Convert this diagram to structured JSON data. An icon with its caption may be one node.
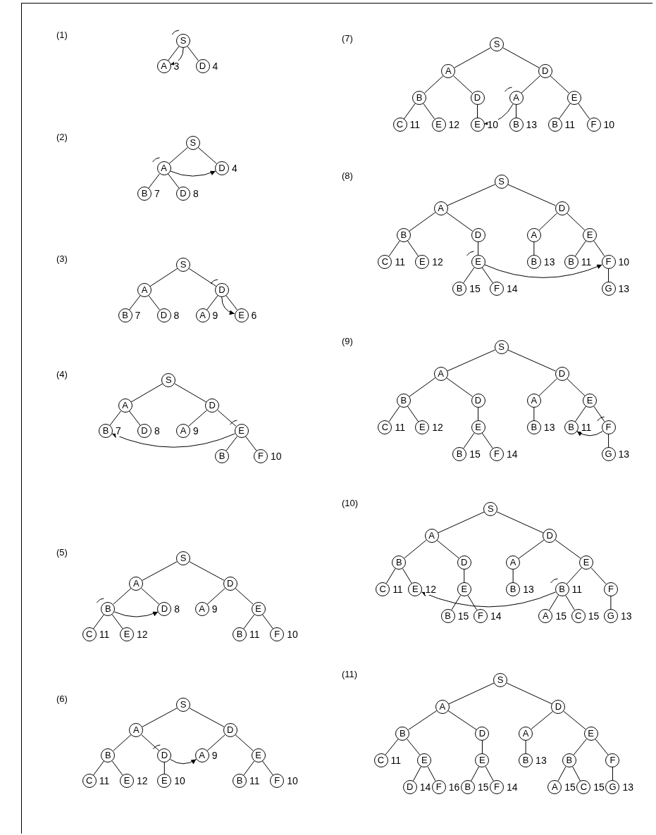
{
  "diagram": {
    "nodes": [
      {
        "text": [
          "S"
        ]
      },
      {
        "text": [
          "A"
        ],
        "beside": [
          "3"
        ]
      },
      {
        "text": [
          "D"
        ],
        "beside": [
          "4"
        ]
      },
      {
        "text": [
          "S"
        ]
      },
      {
        "text": [
          "A"
        ]
      },
      {
        "text": [
          "D"
        ],
        "beside": [
          "4"
        ]
      },
      {
        "text": [
          "B"
        ],
        "beside": [
          "7"
        ]
      },
      {
        "text": [
          "D"
        ],
        "beside": [
          "8"
        ]
      },
      {
        "text": [
          "S"
        ]
      },
      {
        "text": [
          "A"
        ]
      },
      {
        "text": [
          "D"
        ]
      },
      {
        "text": [
          "B"
        ],
        "beside": [
          "7"
        ]
      },
      {
        "text": [
          "D"
        ],
        "beside": [
          "8"
        ]
      },
      {
        "text": [
          "A"
        ],
        "beside": [
          "9"
        ]
      },
      {
        "text": [
          "E"
        ],
        "beside": [
          "6"
        ]
      },
      {
        "text": [
          "S"
        ]
      },
      {
        "text": [
          "A"
        ]
      },
      {
        "text": [
          "D"
        ]
      },
      {
        "text": [
          "B"
        ],
        "beside": [
          "7"
        ]
      },
      {
        "text": [
          "D"
        ],
        "beside": [
          "8"
        ]
      },
      {
        "text": [
          "A"
        ],
        "beside": [
          "9"
        ]
      },
      {
        "text": [
          "E"
        ]
      },
      {
        "text": [
          "B"
        ]
      },
      {
        "text": [
          "F"
        ],
        "beside": [
          "10"
        ]
      },
      {
        "text": [
          "S"
        ]
      },
      {
        "text": [
          "A"
        ]
      },
      {
        "text": [
          "D"
        ]
      },
      {
        "text": [
          "B"
        ]
      },
      {
        "text": [
          "D"
        ],
        "beside": [
          "8"
        ]
      },
      {
        "text": [
          "A"
        ],
        "beside": [
          "9"
        ]
      },
      {
        "text": [
          "E"
        ]
      },
      {
        "text": [
          "C"
        ],
        "beside": [
          "11"
        ]
      },
      {
        "text": [
          "E"
        ],
        "beside": [
          "12"
        ]
      },
      {
        "text": [
          "B"
        ],
        "beside": [
          "11"
        ]
      },
      {
        "text": [
          "F"
        ],
        "beside": [
          "10"
        ]
      },
      {
        "text": [
          "S"
        ]
      },
      {
        "text": [
          "A"
        ]
      },
      {
        "text": [
          "D"
        ]
      },
      {
        "text": [
          "B"
        ]
      },
      {
        "text": [
          "D"
        ]
      },
      {
        "text": [
          "A"
        ],
        "beside": [
          "9"
        ]
      },
      {
        "text": [
          "E"
        ]
      },
      {
        "text": [
          "C"
        ],
        "beside": [
          "11"
        ]
      },
      {
        "text": [
          "E"
        ],
        "beside": [
          "12"
        ]
      },
      {
        "text": [
          "E"
        ],
        "beside": [
          "10"
        ]
      },
      {
        "text": [
          "B"
        ],
        "beside": [
          "11"
        ]
      },
      {
        "text": [
          "F"
        ],
        "beside": [
          "10"
        ]
      },
      {
        "text": [
          "S"
        ]
      },
      {
        "text": [
          "A"
        ]
      },
      {
        "text": [
          "D"
        ]
      },
      {
        "text": [
          "B"
        ]
      },
      {
        "text": [
          "D"
        ]
      },
      {
        "text": [
          "A"
        ]
      },
      {
        "text": [
          "E"
        ]
      },
      {
        "text": [
          "C"
        ],
        "beside": [
          "11"
        ]
      },
      {
        "text": [
          "E"
        ],
        "beside": [
          "12"
        ]
      },
      {
        "text": [
          "E"
        ],
        "beside": [
          "10"
        ]
      },
      {
        "text": [
          "B"
        ],
        "beside": [
          "13"
        ]
      },
      {
        "text": [
          "B"
        ],
        "beside": [
          "11"
        ]
      },
      {
        "text": [
          "F"
        ],
        "beside": [
          "10"
        ]
      },
      {
        "text": [
          "S"
        ]
      },
      {
        "text": [
          "A"
        ]
      },
      {
        "text": [
          "D"
        ]
      },
      {
        "text": [
          "B"
        ]
      },
      {
        "text": [
          "D"
        ]
      },
      {
        "text": [
          "A"
        ]
      },
      {
        "text": [
          "E"
        ]
      },
      {
        "text": [
          "C"
        ],
        "beside": [
          "11"
        ]
      },
      {
        "text": [
          "E"
        ],
        "beside": [
          "12"
        ]
      },
      {
        "text": [
          "E"
        ]
      },
      {
        "text": [
          "B"
        ],
        "beside": [
          "13"
        ]
      },
      {
        "text": [
          "B"
        ],
        "beside": [
          "11"
        ]
      },
      {
        "text": [
          "F"
        ],
        "beside": [
          "10"
        ]
      },
      {
        "text": [
          "B"
        ],
        "beside": [
          "15"
        ]
      },
      {
        "text": [
          "F"
        ],
        "beside": [
          "14"
        ]
      },
      {
        "text": [
          "G"
        ],
        "beside": [
          "13"
        ]
      },
      {
        "text": [
          "S"
        ]
      },
      {
        "text": [
          "A"
        ]
      },
      {
        "text": [
          "D"
        ]
      },
      {
        "text": [
          "B"
        ]
      },
      {
        "text": [
          "D"
        ]
      },
      {
        "text": [
          "A"
        ]
      },
      {
        "text": [
          "E"
        ]
      },
      {
        "text": [
          "C"
        ],
        "beside": [
          "11"
        ]
      },
      {
        "text": [
          "E"
        ],
        "beside": [
          "12"
        ]
      },
      {
        "text": [
          "E"
        ]
      },
      {
        "text": [
          "B"
        ],
        "beside": [
          "13"
        ]
      },
      {
        "text": [
          "B"
        ],
        "beside": [
          "11"
        ]
      },
      {
        "text": [
          "F"
        ]
      },
      {
        "text": [
          "B"
        ],
        "beside": [
          "15"
        ]
      },
      {
        "text": [
          "F"
        ],
        "beside": [
          "14"
        ]
      },
      {
        "text": [
          "G"
        ],
        "beside": [
          "13"
        ]
      },
      {
        "text": [
          "S"
        ]
      },
      {
        "text": [
          "A"
        ]
      },
      {
        "text": [
          "D"
        ]
      },
      {
        "text": [
          "B"
        ]
      },
      {
        "text": [
          "D"
        ]
      },
      {
        "text": [
          "A"
        ]
      },
      {
        "text": [
          "E"
        ]
      },
      {
        "text": [
          "C"
        ],
        "beside": [
          "11"
        ]
      },
      {
        "text": [
          "E"
        ],
        "beside": [
          "12"
        ]
      },
      {
        "text": [
          "E"
        ]
      },
      {
        "text": [
          "B"
        ],
        "beside": [
          "13"
        ]
      },
      {
        "text": [
          "B"
        ],
        "beside": [
          "11"
        ]
      },
      {
        "text": [
          "F"
        ]
      },
      {
        "text": [
          "B"
        ],
        "beside": [
          "15"
        ]
      },
      {
        "text": [
          "F"
        ],
        "beside": [
          "14"
        ]
      },
      {
        "text": [
          "A"
        ],
        "beside": [
          "15"
        ]
      },
      {
        "text": [
          "C"
        ],
        "beside": [
          "15"
        ]
      },
      {
        "text": [
          "G"
        ],
        "beside": [
          "13"
        ]
      },
      {
        "text": [
          "S"
        ]
      },
      {
        "text": [
          "A"
        ]
      },
      {
        "text": [
          "D"
        ]
      },
      {
        "text": [
          "B"
        ]
      },
      {
        "text": [
          "D"
        ]
      },
      {
        "text": [
          "A"
        ]
      },
      {
        "text": [
          "E"
        ]
      },
      {
        "text": [
          "C"
        ],
        "beside": [
          "11"
        ]
      },
      {
        "text": [
          "E"
        ]
      },
      {
        "text": [
          "E"
        ]
      },
      {
        "text": [
          "B"
        ],
        "beside": [
          "13"
        ]
      },
      {
        "text": [
          "B"
        ]
      },
      {
        "text": [
          "F"
        ]
      },
      {
        "text": [
          "D"
        ],
        "beside": [
          "14"
        ]
      },
      {
        "text": [
          "F"
        ],
        "beside": [
          "16"
        ]
      },
      {
        "text": [
          "B"
        ],
        "beside": [
          "15"
        ]
      },
      {
        "text": [
          "F"
        ],
        "beside": [
          "14"
        ]
      },
      {
        "text": [
          "A"
        ],
        "beside": [
          "15"
        ]
      },
      {
        "text": [
          "C"
        ],
        "beside": [
          "15"
        ]
      },
      {
        "text": [
          "G"
        ],
        "beside": [
          "13"
        ]
      }
    ],
    "edges": [
      {
        "from": 0,
        "to": 1,
        "arrow": "none"
      },
      {
        "from": 0,
        "to": 2,
        "arrow": "none"
      },
      {
        "from": 0,
        "to": 1,
        "arrow": "to"
      },
      {
        "from": 3,
        "to": 4,
        "arrow": "none"
      },
      {
        "from": 3,
        "to": 5,
        "arrow": "none"
      },
      {
        "from": 4,
        "to": 6,
        "arrow": "none"
      },
      {
        "from": 4,
        "to": 7,
        "arrow": "none"
      },
      {
        "from": 4,
        "to": 5,
        "arrow": "to"
      },
      {
        "from": 8,
        "to": 9,
        "arrow": "none"
      },
      {
        "from": 8,
        "to": 10,
        "arrow": "none"
      },
      {
        "from": 9,
        "to": 11,
        "arrow": "none"
      },
      {
        "from": 9,
        "to": 12,
        "arrow": "none"
      },
      {
        "from": 10,
        "to": 13,
        "arrow": "none"
      },
      {
        "from": 10,
        "to": 14,
        "arrow": "none"
      },
      {
        "from": 10,
        "to": 14,
        "arrow": "to"
      },
      {
        "from": 15,
        "to": 16,
        "arrow": "none"
      },
      {
        "from": 15,
        "to": 17,
        "arrow": "none"
      },
      {
        "from": 16,
        "to": 18,
        "arrow": "none"
      },
      {
        "from": 16,
        "to": 19,
        "arrow": "none"
      },
      {
        "from": 17,
        "to": 20,
        "arrow": "none"
      },
      {
        "from": 17,
        "to": 21,
        "arrow": "none"
      },
      {
        "from": 21,
        "to": 22,
        "arrow": "none"
      },
      {
        "from": 21,
        "to": 23,
        "arrow": "none"
      },
      {
        "from": 21,
        "to": 18,
        "arrow": "to"
      },
      {
        "from": 24,
        "to": 25,
        "arrow": "none"
      },
      {
        "from": 24,
        "to": 26,
        "arrow": "none"
      },
      {
        "from": 25,
        "to": 27,
        "arrow": "none"
      },
      {
        "from": 25,
        "to": 28,
        "arrow": "none"
      },
      {
        "from": 26,
        "to": 29,
        "arrow": "none"
      },
      {
        "from": 26,
        "to": 30,
        "arrow": "none"
      },
      {
        "from": 27,
        "to": 31,
        "arrow": "none"
      },
      {
        "from": 27,
        "to": 32,
        "arrow": "none"
      },
      {
        "from": 30,
        "to": 33,
        "arrow": "none"
      },
      {
        "from": 30,
        "to": 34,
        "arrow": "none"
      },
      {
        "from": 27,
        "to": 28,
        "arrow": "to"
      },
      {
        "from": 35,
        "to": 36,
        "arrow": "none"
      },
      {
        "from": 35,
        "to": 37,
        "arrow": "none"
      },
      {
        "from": 36,
        "to": 38,
        "arrow": "none"
      },
      {
        "from": 36,
        "to": 39,
        "arrow": "none"
      },
      {
        "from": 37,
        "to": 40,
        "arrow": "none"
      },
      {
        "from": 37,
        "to": 41,
        "arrow": "none"
      },
      {
        "from": 38,
        "to": 42,
        "arrow": "none"
      },
      {
        "from": 38,
        "to": 43,
        "arrow": "none"
      },
      {
        "from": 39,
        "to": 44,
        "arrow": "none"
      },
      {
        "from": 41,
        "to": 45,
        "arrow": "none"
      },
      {
        "from": 41,
        "to": 46,
        "arrow": "none"
      },
      {
        "from": 39,
        "to": 40,
        "arrow": "to"
      },
      {
        "from": 47,
        "to": 48,
        "arrow": "none"
      },
      {
        "from": 47,
        "to": 49,
        "arrow": "none"
      },
      {
        "from": 48,
        "to": 50,
        "arrow": "none"
      },
      {
        "from": 48,
        "to": 51,
        "arrow": "none"
      },
      {
        "from": 49,
        "to": 52,
        "arrow": "none"
      },
      {
        "from": 49,
        "to": 53,
        "arrow": "none"
      },
      {
        "from": 50,
        "to": 54,
        "arrow": "none"
      },
      {
        "from": 50,
        "to": 55,
        "arrow": "none"
      },
      {
        "from": 51,
        "to": 56,
        "arrow": "none"
      },
      {
        "from": 52,
        "to": 57,
        "arrow": "none"
      },
      {
        "from": 53,
        "to": 58,
        "arrow": "none"
      },
      {
        "from": 53,
        "to": 59,
        "arrow": "none"
      },
      {
        "from": 52,
        "to": 56,
        "arrow": "to"
      },
      {
        "from": 60,
        "to": 61,
        "arrow": "none"
      },
      {
        "from": 60,
        "to": 62,
        "arrow": "none"
      },
      {
        "from": 61,
        "to": 63,
        "arrow": "none"
      },
      {
        "from": 61,
        "to": 64,
        "arrow": "none"
      },
      {
        "from": 62,
        "to": 65,
        "arrow": "none"
      },
      {
        "from": 62,
        "to": 66,
        "arrow": "none"
      },
      {
        "from": 63,
        "to": 67,
        "arrow": "none"
      },
      {
        "from": 63,
        "to": 68,
        "arrow": "none"
      },
      {
        "from": 64,
        "to": 69,
        "arrow": "none"
      },
      {
        "from": 65,
        "to": 70,
        "arrow": "none"
      },
      {
        "from": 66,
        "to": 71,
        "arrow": "none"
      },
      {
        "from": 66,
        "to": 72,
        "arrow": "none"
      },
      {
        "from": 69,
        "to": 73,
        "arrow": "none"
      },
      {
        "from": 69,
        "to": 74,
        "arrow": "none"
      },
      {
        "from": 72,
        "to": 75,
        "arrow": "none"
      },
      {
        "from": 69,
        "to": 72,
        "arrow": "to"
      },
      {
        "from": 76,
        "to": 77,
        "arrow": "none"
      },
      {
        "from": 76,
        "to": 78,
        "arrow": "none"
      },
      {
        "from": 77,
        "to": 79,
        "arrow": "none"
      },
      {
        "from": 77,
        "to": 80,
        "arrow": "none"
      },
      {
        "from": 78,
        "to": 81,
        "arrow": "none"
      },
      {
        "from": 78,
        "to": 82,
        "arrow": "none"
      },
      {
        "from": 79,
        "to": 83,
        "arrow": "none"
      },
      {
        "from": 79,
        "to": 84,
        "arrow": "none"
      },
      {
        "from": 80,
        "to": 85,
        "arrow": "none"
      },
      {
        "from": 81,
        "to": 86,
        "arrow": "none"
      },
      {
        "from": 82,
        "to": 87,
        "arrow": "none"
      },
      {
        "from": 82,
        "to": 88,
        "arrow": "none"
      },
      {
        "from": 85,
        "to": 89,
        "arrow": "none"
      },
      {
        "from": 85,
        "to": 90,
        "arrow": "none"
      },
      {
        "from": 88,
        "to": 91,
        "arrow": "none"
      },
      {
        "from": 88,
        "to": 87,
        "arrow": "to"
      },
      {
        "from": 92,
        "to": 93,
        "arrow": "none"
      },
      {
        "from": 92,
        "to": 94,
        "arrow": "none"
      },
      {
        "from": 93,
        "to": 95,
        "arrow": "none"
      },
      {
        "from": 93,
        "to": 96,
        "arrow": "none"
      },
      {
        "from": 94,
        "to": 97,
        "arrow": "none"
      },
      {
        "from": 94,
        "to": 98,
        "arrow": "none"
      },
      {
        "from": 95,
        "to": 99,
        "arrow": "none"
      },
      {
        "from": 95,
        "to": 100,
        "arrow": "none"
      },
      {
        "from": 96,
        "to": 101,
        "arrow": "none"
      },
      {
        "from": 97,
        "to": 102,
        "arrow": "none"
      },
      {
        "from": 98,
        "to": 103,
        "arrow": "none"
      },
      {
        "from": 98,
        "to": 104,
        "arrow": "none"
      },
      {
        "from": 101,
        "to": 105,
        "arrow": "none"
      },
      {
        "from": 101,
        "to": 106,
        "arrow": "none"
      },
      {
        "from": 103,
        "to": 107,
        "arrow": "none"
      },
      {
        "from": 103,
        "to": 108,
        "arrow": "none"
      },
      {
        "from": 104,
        "to": 109,
        "arrow": "none"
      },
      {
        "from": 103,
        "to": 100,
        "arrow": "to"
      },
      {
        "from": 110,
        "to": 111,
        "arrow": "none"
      },
      {
        "from": 110,
        "to": 112,
        "arrow": "none"
      },
      {
        "from": 111,
        "to": 113,
        "arrow": "none"
      },
      {
        "from": 111,
        "to": 114,
        "arrow": "none"
      },
      {
        "from": 112,
        "to": 115,
        "arrow": "none"
      },
      {
        "from": 112,
        "to": 116,
        "arrow": "none"
      },
      {
        "from": 113,
        "to": 117,
        "arrow": "none"
      },
      {
        "from": 113,
        "to": 118,
        "arrow": "none"
      },
      {
        "from": 114,
        "to": 119,
        "arrow": "none"
      },
      {
        "from": 115,
        "to": 120,
        "arrow": "none"
      },
      {
        "from": 116,
        "to": 121,
        "arrow": "none"
      },
      {
        "from": 116,
        "to": 122,
        "arrow": "none"
      },
      {
        "from": 118,
        "to": 123,
        "arrow": "none"
      },
      {
        "from": 118,
        "to": 124,
        "arrow": "none"
      },
      {
        "from": 119,
        "to": 125,
        "arrow": "none"
      },
      {
        "from": 119,
        "to": 126,
        "arrow": "none"
      },
      {
        "from": 121,
        "to": 127,
        "arrow": "none"
      },
      {
        "from": 121,
        "to": 128,
        "arrow": "none"
      },
      {
        "from": 122,
        "to": 129,
        "arrow": "none"
      }
    ],
    "labels": [
      "(1)",
      "(2)",
      "(3)",
      "(4)",
      "(5)",
      "(6)",
      "(7)",
      "(8)",
      "(9)",
      "(10)",
      "(11)"
    ]
  }
}
